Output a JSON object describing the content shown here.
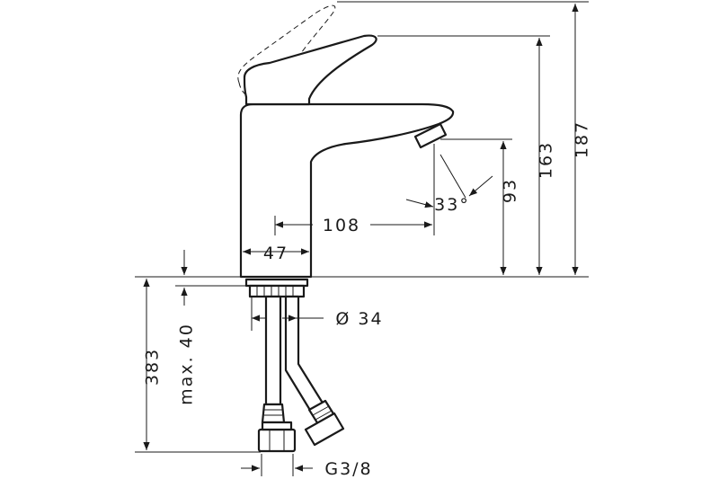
{
  "dimensions": {
    "total_height": "187",
    "spout_top_height": "163",
    "spout_outlet_height": "93",
    "spout_reach": "108",
    "base_width": "47",
    "spout_angle": "33°",
    "hose_length": "383",
    "max_deck_thickness": "max. 40",
    "shank_diameter": "Ø 34",
    "connection_thread": "G3/8"
  },
  "colors": {
    "line": "#1a1a1a",
    "background": "#ffffff"
  }
}
